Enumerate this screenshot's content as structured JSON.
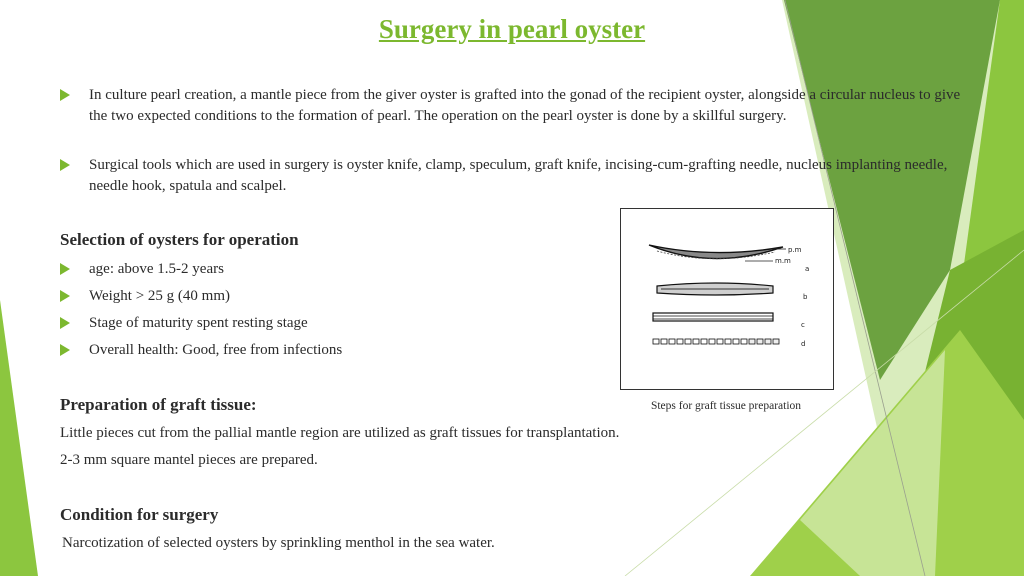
{
  "title": "Surgery in pearl oyster",
  "intro_bullets": [
    "In culture pearl creation, a mantle piece from the giver oyster is grafted into the gonad of the recipient oyster, alongside a circular nucleus to give the two expected conditions to the formation of pearl. The operation on the pearl oyster is done by a skillful surgery.",
    "Surgical tools which are used in surgery is oyster knife, clamp, speculum, graft knife, incising-cum-grafting needle, nucleus implanting needle, needle hook, spatula and scalpel."
  ],
  "selection": {
    "heading": "Selection of oysters for operation",
    "items": [
      "age: above 1.5-2 years",
      "Weight > 25 g (40 mm)",
      "Stage of maturity spent resting stage",
      "Overall health: Good, free from infections"
    ]
  },
  "preparation": {
    "heading": "Preparation of graft tissue:",
    "lines": [
      "Little pieces cut from the pallial mantle region are utilized as graft tissues for transplantation.",
      "2-3 mm square mantel pieces are prepared."
    ]
  },
  "condition": {
    "heading": "Condition for surgery",
    "text": "Narcotization of selected oysters by sprinkling  menthol in the sea water."
  },
  "figure": {
    "caption": "Steps for graft tissue preparation",
    "labels": {
      "pm": "p.m",
      "mm": "m.m",
      "a": "a",
      "b": "b",
      "c": "c",
      "d": "d"
    }
  },
  "colors": {
    "accent": "#7cb82f",
    "bullet_arrow": "#7cb82f",
    "text": "#2b2b2b"
  }
}
